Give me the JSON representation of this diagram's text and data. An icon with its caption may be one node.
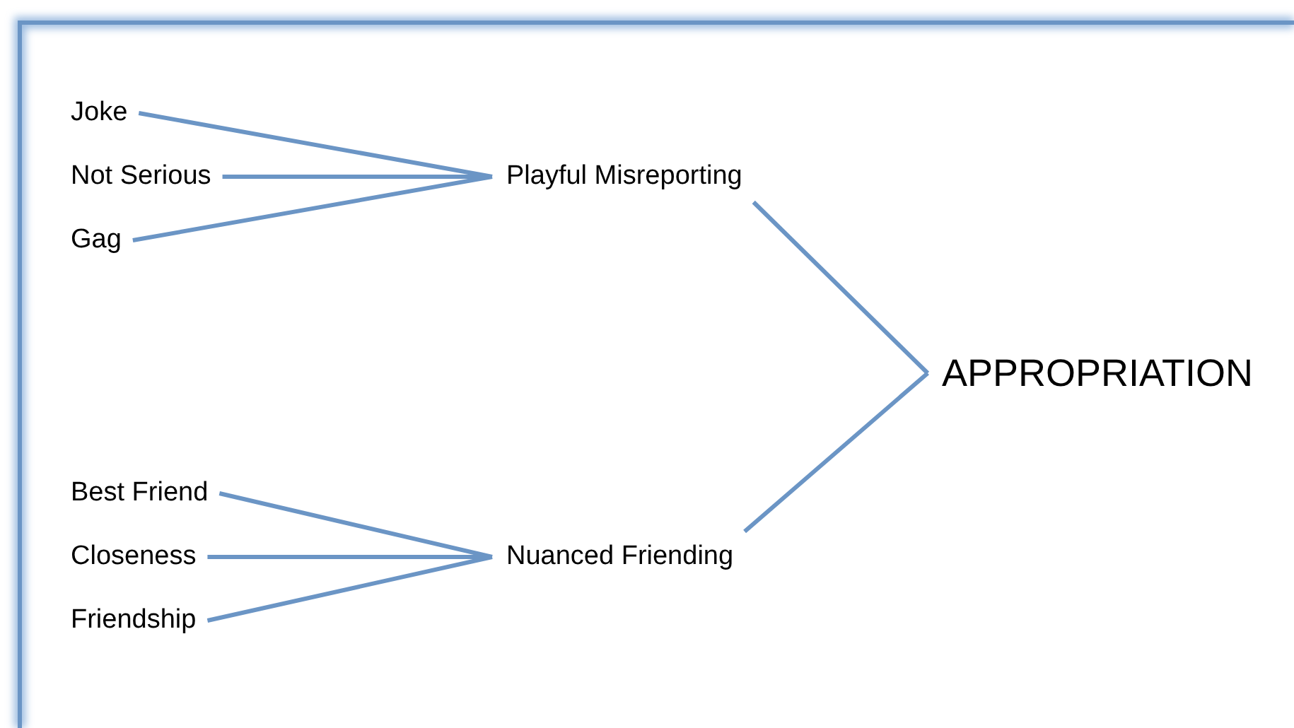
{
  "diagram": {
    "nodes": [
      {
        "text": [
          "Joke"
        ]
      },
      {
        "text": [
          "Not Serious"
        ]
      },
      {
        "text": [
          "Gag"
        ]
      },
      {
        "text": [
          "Playful Misreporting"
        ]
      },
      {
        "text": [
          "Best Friend"
        ]
      },
      {
        "text": [
          "Closeness"
        ]
      },
      {
        "text": [
          "Friendship"
        ]
      },
      {
        "text": [
          "Nuanced Friending"
        ]
      },
      {
        "text": [
          "APPROPRIATION"
        ]
      }
    ],
    "edges": [
      {
        "from": 0,
        "to": 3,
        "arrow": "none"
      },
      {
        "from": 1,
        "to": 3,
        "arrow": "none"
      },
      {
        "from": 2,
        "to": 3,
        "arrow": "none"
      },
      {
        "from": 4,
        "to": 7,
        "arrow": "none"
      },
      {
        "from": 5,
        "to": 7,
        "arrow": "none"
      },
      {
        "from": 6,
        "to": 7,
        "arrow": "none"
      },
      {
        "from": 3,
        "to": 8,
        "arrow": "none"
      },
      {
        "from": 7,
        "to": 8,
        "arrow": "none"
      }
    ]
  }
}
